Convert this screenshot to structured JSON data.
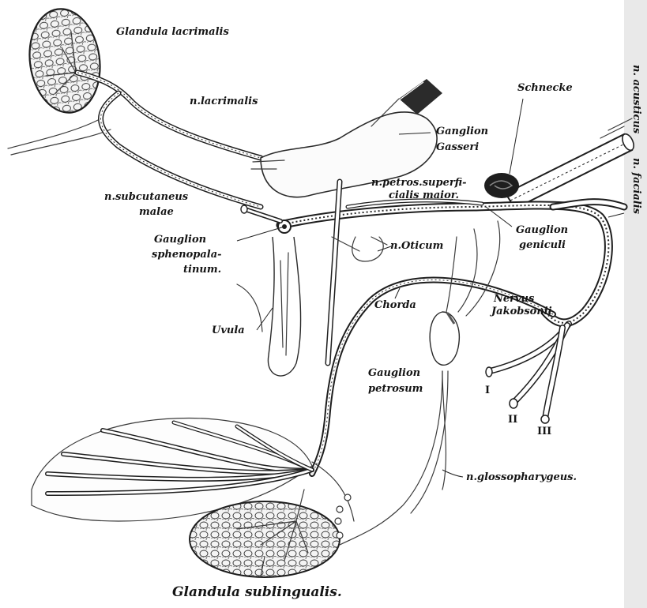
{
  "labels": {
    "glandula_lacrimalis": "Glandula lacrimalis",
    "n_lacrimalis": "n.lacrimalis",
    "ganglion_gasseri_1": "Ganglion",
    "ganglion_gasseri_2": "Gasseri",
    "schnecke": "Schnecke",
    "n_acusticus": "n. acusticus",
    "n_facialis": "n. facialis",
    "n_petros_1": "n.petros.superfi-",
    "n_petros_2": "cialis maior.",
    "n_subcutaneus_1": "n.subcutaneus",
    "n_subcutaneus_2": "malae",
    "ganglion_spheno_1": "Gauglion",
    "ganglion_spheno_2": "sphenopala-",
    "ganglion_spheno_3": "tinum.",
    "n_oticum": "n.Oticum",
    "ganglion_geniculi_1": "Gauglion",
    "ganglion_geniculi_2": "geniculi",
    "nervus_jakobsonii_1": "Nervus",
    "nervus_jakobsonii_2": "Jakobsonii",
    "chorda": "Chorda",
    "uvula": "Uvula",
    "ganglion_petrosum_1": "Gauglion",
    "ganglion_petrosum_2": "petrosum",
    "roman_1": "I",
    "roman_2": "II",
    "roman_3": "III",
    "n_glossopharyngeus": "n.glossopharygeus.",
    "glandula_sublingualis": "Glandula sublingualis."
  },
  "colors": {
    "ink": "#1e1e1e",
    "paper": "#ffffff"
  }
}
